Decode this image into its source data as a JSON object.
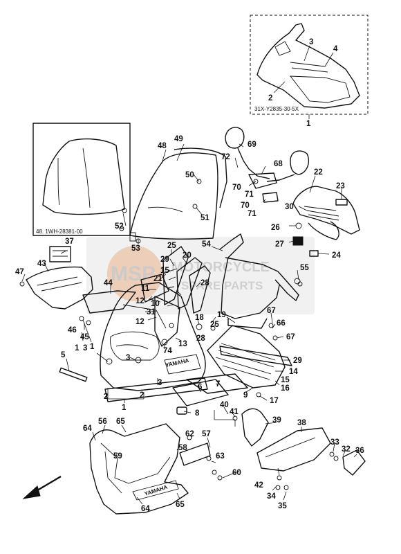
{
  "diagram": {
    "inset_top_code": "31X-Y2835-30-5X",
    "inset_top_ref": "1",
    "inset_left_code": "48. 1WH-28381-00",
    "brand_text": "YAMAHA",
    "watermark": {
      "line1": "MOTORCYCLE",
      "line2": "SPARE PARTS",
      "badge": "MSP"
    }
  },
  "labels": {
    "l1": "1",
    "l2": "2",
    "l3": "3",
    "l4": "4",
    "l5": "5",
    "l6": "6",
    "l7": "7",
    "l8": "8",
    "l9": "9",
    "l10": "10",
    "l11": "11",
    "l12": "12",
    "l13": "13",
    "l14": "14",
    "l15": "15",
    "l16": "16",
    "l17": "17",
    "l18": "18",
    "l19": "19",
    "l20": "20",
    "l21": "21",
    "l22": "22",
    "l23": "23",
    "l24": "24",
    "l25": "25",
    "l26": "26",
    "l27": "27",
    "l28": "28",
    "l29": "29",
    "l30": "30",
    "l31": "31",
    "l32": "32",
    "l33": "33",
    "l34": "34",
    "l35": "35",
    "l36": "36",
    "l37": "37",
    "l38": "38",
    "l39": "39",
    "l40": "40",
    "l41": "41",
    "l42": "42",
    "l43": "43",
    "l44": "44",
    "l45": "45",
    "l46": "46",
    "l47": "47",
    "l48": "48",
    "l49": "49",
    "l50": "50",
    "l51": "51",
    "l52": "52",
    "l53": "53",
    "l54": "54",
    "l55": "55",
    "l56": "56",
    "l57": "57",
    "l58": "58",
    "l59": "59",
    "l60": "60",
    "l62": "62",
    "l63": "63",
    "l64": "64",
    "l65": "65",
    "l66": "66",
    "l67": "67",
    "l68": "68",
    "l69": "69",
    "l70": "70",
    "l71": "71",
    "l72": "72",
    "l74": "74"
  }
}
